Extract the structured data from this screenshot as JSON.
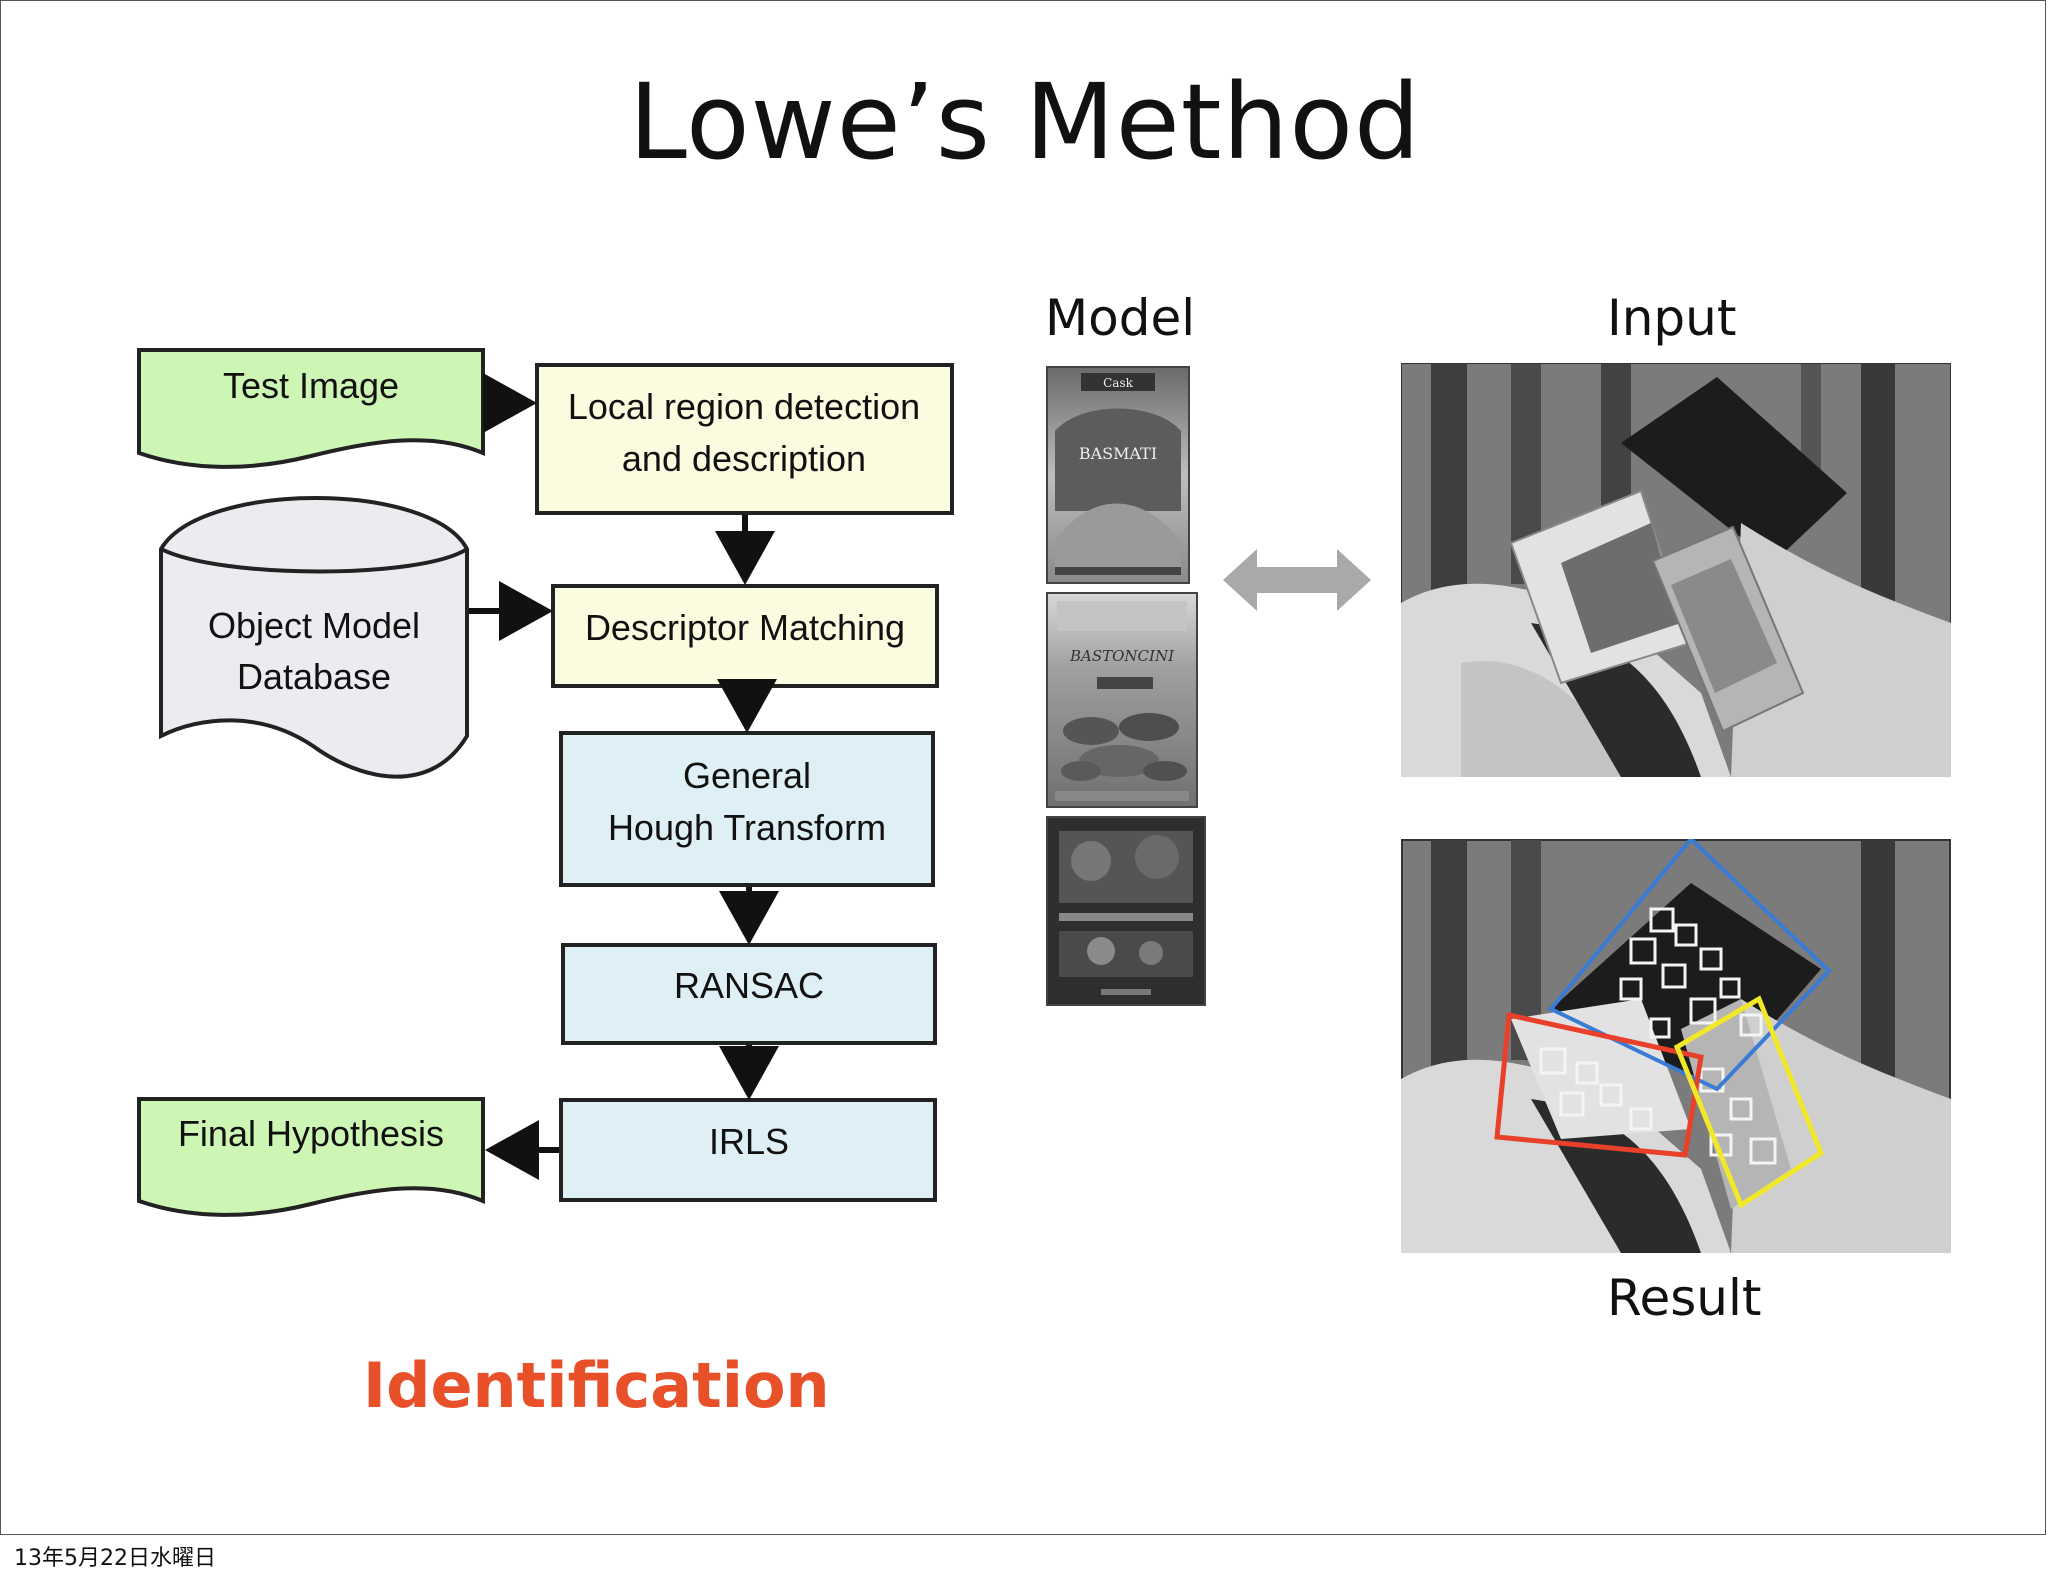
{
  "title": "Lowe’s Method",
  "labels": {
    "model": "Model",
    "input": "Input",
    "result": "Result"
  },
  "flowchart": {
    "test_image": "Test Image",
    "local_region_line1": "Local region detection",
    "local_region_line2": "and description",
    "object_db_line1": "Object Model",
    "object_db_line2": "Database",
    "descriptor_matching": "Descriptor Matching",
    "hough_line1": "General",
    "hough_line2": "Hough Transform",
    "ransac": "RANSAC",
    "irls": "IRLS",
    "final_hypothesis": "Final Hypothesis"
  },
  "model_images": {
    "box1_brand": "Cask",
    "box1_name": "BASMATI",
    "box2_name": "BASTONCINI"
  },
  "subtitle": "Identification",
  "footer": "13年5月22日水曜日",
  "colors": {
    "green_doc": "#cdf5b4",
    "yellow_box": "#fbfbdf",
    "blue_box": "#def0f5",
    "db_fill": "#ebebf0",
    "accent": "#e8502a",
    "result_blue": "#3a7bd5",
    "result_red": "#e8402a",
    "result_yellow": "#f2e82a"
  }
}
